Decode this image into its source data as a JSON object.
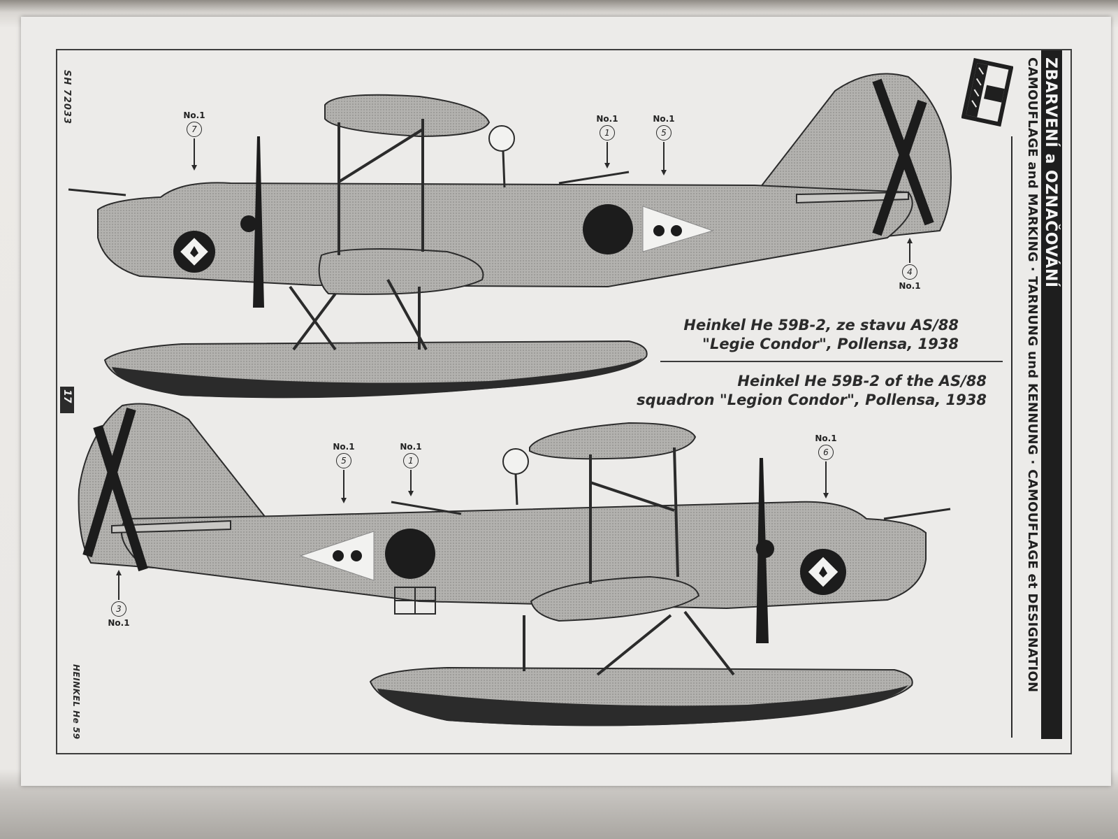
{
  "sheet": {
    "kit_code": "SH 72033",
    "page_number": "17",
    "subject_footer": "HEINKEL He 59",
    "title_czech": "ZBARVENÍ a OZNAČOVÁNÍ",
    "title_multilingual": "CAMOUFLAGE and MARKING · TARNUNG und KENNUNG · CAMOUFLAGE et DESIGNATION"
  },
  "caption": {
    "czech_line1": "Heinkel He 59B-2, ze stavu AS/88",
    "czech_line2": "\"Legie Condor\", Pollensa, 1938",
    "english_line1": "Heinkel He 59B-2 of the AS/88",
    "english_line2": "squadron \"Legion Condor\", Pollensa, 1938"
  },
  "top_profile": {
    "callouts": [
      {
        "label": "No.1",
        "number": "7"
      },
      {
        "label": "No.1",
        "number": "1"
      },
      {
        "label": "No.1",
        "number": "5"
      },
      {
        "label": "No.1",
        "number": "4"
      }
    ]
  },
  "bottom_profile": {
    "callouts": [
      {
        "label": "No.1",
        "number": "5"
      },
      {
        "label": "No.1",
        "number": "1"
      },
      {
        "label": "No.1",
        "number": "6"
      },
      {
        "label": "No.1",
        "number": "3"
      }
    ]
  },
  "colors": {
    "paper": "#ecebe9",
    "ink": "#2a2a2a",
    "aircraft_grey": "#a9a8a6",
    "marking_black": "#1c1c1c"
  }
}
